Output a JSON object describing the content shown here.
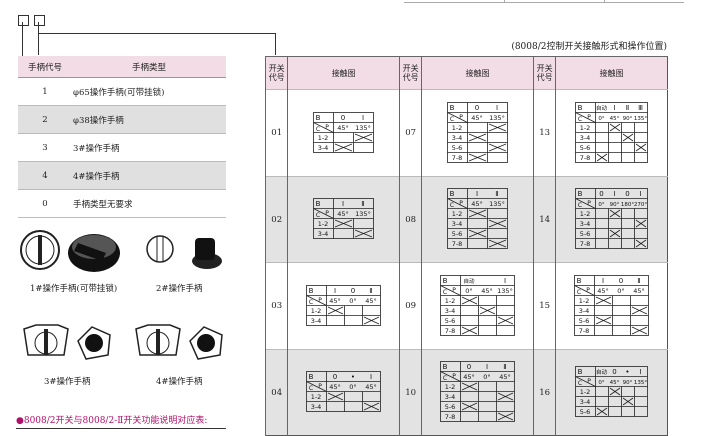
{
  "title_note": "(8008/2控制开关接触形式和操作位置)",
  "handle_table": {
    "headers": [
      "手柄代号",
      "手柄类型"
    ],
    "rows": [
      {
        "code": "1",
        "type": "φ65操作手柄(可带挂锁)"
      },
      {
        "code": "2",
        "type": "φ38操作手柄"
      },
      {
        "code": "3",
        "type": "3#操作手柄"
      },
      {
        "code": "4",
        "type": "4#操作手柄"
      },
      {
        "code": "0",
        "type": "手柄类型无要求"
      }
    ]
  },
  "handle_captions": [
    "1#操作手柄(可带挂锁)",
    "2#操作手柄",
    "3#操作手柄",
    "4#操作手柄"
  ],
  "footnote": "●8008/2开关与8008/2-Ⅱ开关功能说明对应表:",
  "grid_headers": {
    "code": "开关代号",
    "diagram": "接触图"
  },
  "switches": [
    [
      {
        "code": "01",
        "pos": [
          "0",
          "Ⅰ"
        ],
        "ang": [
          "45°",
          "135°"
        ],
        "rows": [
          "1-2",
          "3-4"
        ],
        "x": [
          [
            0,
            1
          ],
          [
            1,
            0
          ]
        ]
      },
      {
        "code": "07",
        "pos": [
          "0",
          "Ⅰ"
        ],
        "ang": [
          "45°",
          "135°"
        ],
        "rows": [
          "1-2",
          "3-4",
          "5-6",
          "7-8"
        ],
        "x": [
          [
            0,
            1
          ],
          [
            1,
            0
          ],
          [
            0,
            1
          ],
          [
            1,
            0
          ]
        ]
      },
      {
        "code": "13",
        "pos": [
          "自动",
          "Ⅰ",
          "Ⅱ",
          "Ⅲ"
        ],
        "ang": [
          "0°",
          "45°",
          "90°",
          "135°"
        ],
        "rows": [
          "1-2",
          "3-4",
          "5-6",
          "7-8"
        ],
        "x": [
          [
            0,
            1,
            0,
            0
          ],
          [
            0,
            0,
            1,
            0
          ],
          [
            0,
            0,
            0,
            1
          ],
          [
            1,
            0,
            0,
            0
          ]
        ]
      }
    ],
    [
      {
        "code": "02",
        "pos": [
          "Ⅰ",
          "Ⅱ"
        ],
        "ang": [
          "45°",
          "135°"
        ],
        "rows": [
          "1-2",
          "3-4"
        ],
        "x": [
          [
            1,
            0
          ],
          [
            0,
            1
          ]
        ]
      },
      {
        "code": "08",
        "pos": [
          "Ⅰ",
          "Ⅱ"
        ],
        "ang": [
          "45°",
          "135°"
        ],
        "rows": [
          "1-2",
          "3-4",
          "5-6",
          "7-8"
        ],
        "x": [
          [
            1,
            0
          ],
          [
            0,
            1
          ],
          [
            1,
            0
          ],
          [
            0,
            1
          ]
        ]
      },
      {
        "code": "14",
        "pos": [
          "0",
          "Ⅰ",
          "0",
          "Ⅰ"
        ],
        "ang": [
          "0°",
          "90°",
          "180°",
          "270°"
        ],
        "rows": [
          "1-2",
          "3-4",
          "5-6",
          "7-8"
        ],
        "x": [
          [
            0,
            1,
            0,
            0
          ],
          [
            0,
            0,
            0,
            1
          ],
          [
            0,
            1,
            0,
            0
          ],
          [
            0,
            0,
            0,
            1
          ]
        ]
      }
    ],
    [
      {
        "code": "03",
        "pos": [
          "Ⅰ",
          "0",
          "Ⅱ"
        ],
        "ang": [
          "45°",
          "0°",
          "45°"
        ],
        "rows": [
          "1-2",
          "3-4"
        ],
        "x": [
          [
            1,
            0,
            0
          ],
          [
            0,
            0,
            1
          ]
        ]
      },
      {
        "code": "09",
        "pos": [
          "自动",
          "",
          "Ⅰ"
        ],
        "ang": [
          "0°",
          "45°",
          "135°"
        ],
        "rows": [
          "1-2",
          "3-4",
          "5-6",
          "7-8"
        ],
        "x": [
          [
            1,
            0,
            0
          ],
          [
            0,
            1,
            0
          ],
          [
            0,
            0,
            1
          ],
          [
            1,
            0,
            0
          ]
        ]
      },
      {
        "code": "15",
        "pos": [
          "Ⅰ",
          "0",
          "Ⅱ"
        ],
        "ang": [
          "45°",
          "0°",
          "45°"
        ],
        "rows": [
          "1-2",
          "3-4",
          "5-6",
          "7-8"
        ],
        "x": [
          [
            1,
            0,
            0
          ],
          [
            0,
            0,
            1
          ],
          [
            1,
            0,
            0
          ],
          [
            0,
            0,
            1
          ]
        ]
      }
    ],
    [
      {
        "code": "04",
        "pos": [
          "0",
          "•",
          "Ⅰ"
        ],
        "ang": [
          "45°",
          "0°",
          "45°"
        ],
        "rows": [
          "1-2",
          "3-4"
        ],
        "x": [
          [
            1,
            0,
            0
          ],
          [
            0,
            0,
            1
          ]
        ]
      },
      {
        "code": "10",
        "pos": [
          "0",
          "Ⅰ",
          "Ⅱ"
        ],
        "ang": [
          "45°",
          "0°",
          "45°"
        ],
        "rows": [
          "1-2",
          "3-4",
          "5-6",
          "7-8"
        ],
        "x": [
          [
            1,
            0,
            0
          ],
          [
            0,
            0,
            1
          ],
          [
            1,
            0,
            0
          ],
          [
            0,
            0,
            1
          ]
        ]
      },
      {
        "code": "16",
        "pos": [
          "自动",
          "0",
          "•",
          "Ⅰ"
        ],
        "ang": [
          "0°",
          "45°",
          "90°",
          "135°"
        ],
        "rows": [
          "1-2",
          "3-4",
          "5-6"
        ],
        "x": [
          [
            0,
            1,
            0,
            0
          ],
          [
            0,
            0,
            1,
            0
          ],
          [
            1,
            0,
            0,
            0
          ]
        ]
      }
    ]
  ]
}
